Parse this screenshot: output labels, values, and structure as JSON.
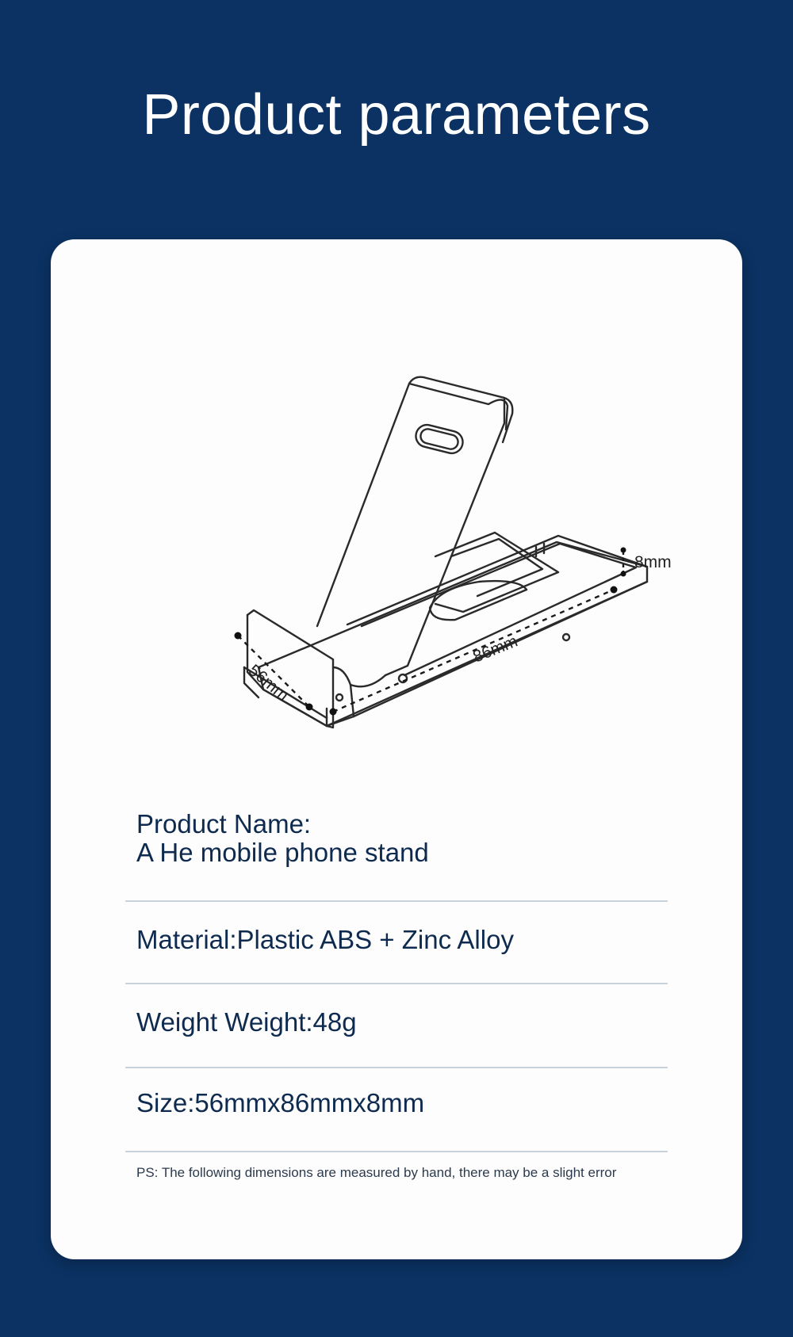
{
  "page": {
    "title": "Product parameters"
  },
  "diagram": {
    "dimensions": {
      "height": "8mm",
      "length": "86mm",
      "width": "56mm"
    }
  },
  "specs": {
    "name_label": "Product Name:",
    "name_value": "A He mobile phone stand",
    "material": "Material:Plastic ABS + Zinc Alloy",
    "weight": "Weight Weight:48g",
    "size": "Size:56mmx86mmx8mm"
  },
  "note": "PS: The following dimensions are measured by hand, there may be a slight error"
}
